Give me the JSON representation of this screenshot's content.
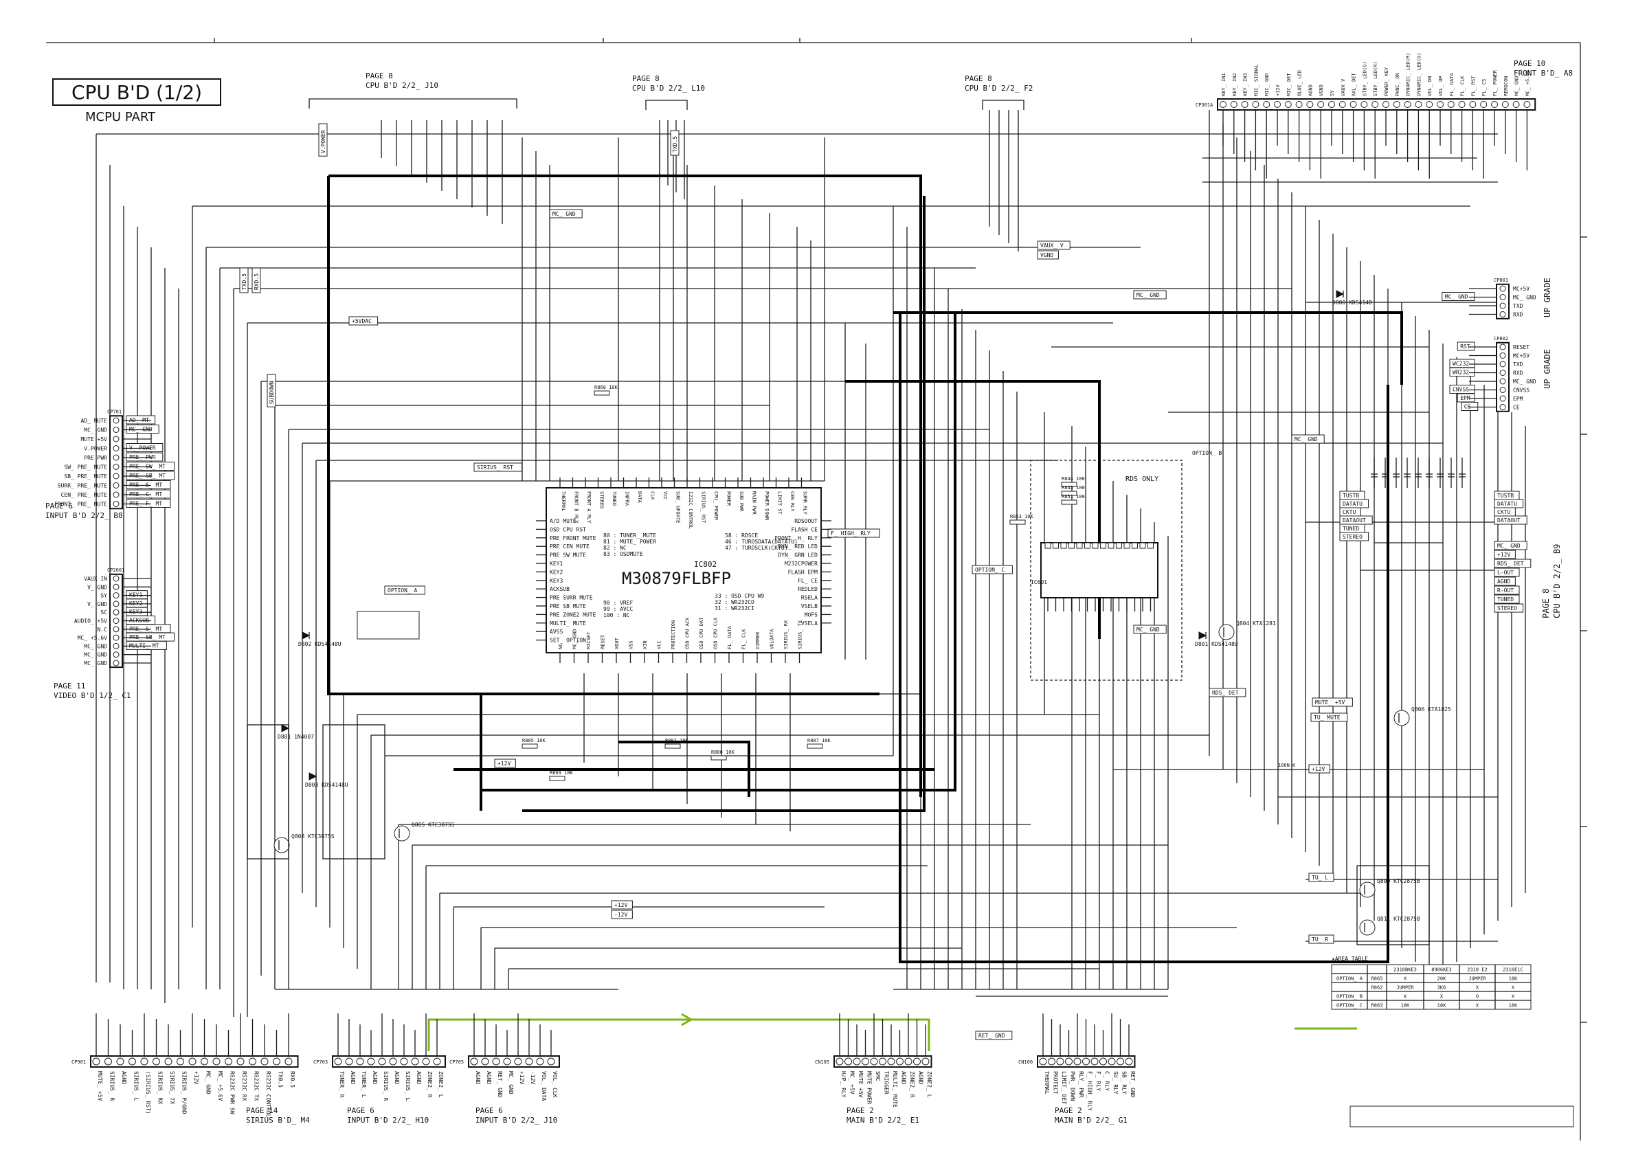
{
  "title": "CPU B'D (1/2)",
  "subtitle": "MCPU PART",
  "colors": {
    "ink": "#111111",
    "highlight": "#7cb518",
    "background": "#ffffff"
  },
  "page_refs": {
    "top_j10": [
      "PAGE 8",
      "CPU B'D 2/2_ J10"
    ],
    "top_l10": [
      "PAGE 8",
      "CPU B'D 2/2_ L10"
    ],
    "top_f2": [
      "PAGE 8",
      "CPU B'D 2/2_ F2"
    ],
    "front": [
      "PAGE 10",
      "FRONT B'D_ A8"
    ],
    "input_b8": [
      "PAGE 6",
      "INPUT B'D 2/2_ B8"
    ],
    "video_c1": [
      "PAGE 11",
      "VIDEO B'D 1/2_ C1"
    ],
    "sirius_m4": [
      "PAGE 14",
      "SIRIUS B'D_ M4"
    ],
    "input_h10": [
      "PAGE 6",
      "INPUT B'D 2/2_ H10"
    ],
    "input_j10": [
      "PAGE 6",
      "INPUT B'D 2/2_ J10"
    ],
    "main_e1": [
      "PAGE 2",
      "MAIN B'D 2/2_ E1"
    ],
    "main_g1": [
      "PAGE 2",
      "MAIN B'D 2/2_ G1"
    ],
    "cpu_b9": [
      "PAGE 8",
      "CPU B'D 2/2_ B9"
    ]
  },
  "upgrade_label": "UP GRADE",
  "ic": {
    "name": "M30879FLBFP",
    "ref": "IC802",
    "notes_left": [
      "80 : TUNER_ MUTE",
      "81 : MUTE_ POWER",
      "82 : NC",
      "83 : OSDMUTE"
    ],
    "notes_right": [
      "58 : RDSCE",
      "46 : TUROSDATA(DATATU)",
      "47 : TUROSCLK(CKTU)"
    ],
    "notes_bottom": [
      "33 : OSD CPU W9",
      "32 : WR232CO",
      "31 : WR232CI"
    ],
    "notes_power": [
      "90 : VREF",
      "99 : AVCC",
      "100 : NC"
    ],
    "left_pins": [
      "A/D MUTE",
      "OSD CPU RST",
      "PRE FRONT MUTE",
      "PRE CEN MUTE",
      "PRE SW MUTE",
      "KEY1",
      "KEY2",
      "KEY3",
      "ACKSUB",
      "PRE SURR MUTE",
      "PRE SB MUTE",
      "PRE ZONE2 MUTE",
      "MULTI_ MUTE",
      "AVSS",
      "SET_ OPTION"
    ],
    "right_pins": [
      "RDSOOUT",
      "FLASH CE",
      "FRONT_ H_ RLY",
      "DYN_ RED LED",
      "DYN_ GRN LED",
      "M232CPOWER",
      "FLASH EPM",
      "FL_ CE",
      "REDLED",
      "RSELA",
      "VSELB",
      "MOFS",
      "VSELA"
    ],
    "top_pins": [
      "THERMAL",
      "FRONT B RLY",
      "FRONT A RLY",
      "STEREO",
      "TUNED",
      "INFRA",
      "DATA",
      "CLK",
      "VCC",
      "SUB_ UPDATE",
      "I232C CONTROL",
      "SIRIUS_ RST",
      "CPU_ POWER",
      "POWER",
      "SUB PWR",
      "MAIN PWR",
      "POWER DOWN",
      "LIMIT ST",
      "CEN RLY",
      "SURR RLY"
    ],
    "bottom_pins": [
      "NC",
      "MC_ GND",
      "MICSET",
      "RESET",
      "XOUT",
      "VSS",
      "XIN",
      "VCC",
      "PROTECTION",
      "OSD CPU ACK",
      "OSD CPU DAT",
      "OSD CPU CLK",
      "FL_ DATA",
      "FL_ CLK",
      "DIMMER",
      "VOLDATA",
      "SIRIUS_ RX",
      "SIRIUS_ TX"
    ]
  },
  "cp701": {
    "ref": "CP701",
    "pins": [
      "AD_ MUTE",
      "MC_ GND",
      "MUTE +5V",
      "V.POWER",
      "PRE PWR",
      "SW_ PRE_ MUTE",
      "SB_ PRE_ MUTE",
      "SURR_ PRE_ MUTE",
      "CEN_ PRE_ MUTE",
      "FRONT_ PRE_ MUTE"
    ],
    "nets": [
      "AD_ MT",
      "MC_ GND",
      "",
      "V_ POWER",
      "PRE_ PWR",
      "PRE_ SW_ MT",
      "PRE_ SB_ MT",
      "PRE_ S_ MT",
      "PRE_ C_ MT",
      "PRE_ F_ MT"
    ]
  },
  "cp2001": {
    "ref": "CP2001",
    "pins": [
      "VAUX IN",
      "V_ GND",
      "SY",
      "V_ GND",
      "SC",
      "AUDIO_ +5V",
      "N.C",
      "MC_ +5.6V",
      "MC_ GND",
      "MC_ GND",
      "MC_ GND"
    ],
    "nets": [
      "",
      "",
      "KEY1",
      "KEY2",
      "KEY3",
      "ACKSUB",
      "PRE_ S_ MT",
      "PRE_ SB_ MT",
      "MULTI_ MT",
      "",
      ""
    ]
  },
  "cp801": {
    "ref": "CP801",
    "pins": [
      "MC+5V",
      "MC_ GND",
      "TXD",
      "RXD"
    ],
    "nets": [
      "",
      "MC_ GND",
      "",
      ""
    ]
  },
  "cp802": {
    "ref": "CP802",
    "pins": [
      "RESET",
      "MC+5V",
      "TXD",
      "RXD",
      "MC_ GND",
      "CNVSS",
      "EPM",
      "CE"
    ],
    "nets": [
      "RST",
      "",
      "WC232",
      "WR232",
      "",
      "CNVSS",
      "EPM",
      "CE"
    ]
  },
  "cp301a": {
    "ref": "CP301A",
    "pins": [
      "KEY_ IN1",
      "KEY_ IN2",
      "KEY_ IN3",
      "MIC_ SIGNAL",
      "MIC_ GND",
      "+12V",
      "MIC_ DET",
      "BLUE_ LED",
      "AGND",
      "VGND",
      "SY",
      "VAUX V",
      "AXL_ DET",
      "STBY_ LED(G)",
      "STBY_ LED(R)",
      "POWER_ KEY",
      "PHNC_ ON",
      "DYNAMIC_ LED(R)",
      "DYNAMIC_ LED(G)",
      "VOL_ DN",
      "VOL_ UP",
      "FL_ DATA",
      "FL_ CLK",
      "FL_ RST",
      "FL_ CS",
      "FL_ POWER",
      "REMOCON",
      "MC_ GND",
      "MC_ +5.6V"
    ]
  },
  "rds": {
    "label": "RDS ONLY",
    "option_b": "OPTION_ B",
    "ref": "IC601"
  },
  "cp901": {
    "ref": "CP901",
    "pins": [
      "MUTE_ +5V",
      "SIRIUS_ R",
      "AGND",
      "SIRIUS_ L",
      "(SIRIUS_ RST)",
      "SIRIUS_ RX",
      "SIRIUS_ TX",
      "SIRIUS_ P/GND",
      "+12V",
      "MC_ GND",
      "MC_ +5.6V",
      "RS232C PWR SW",
      "RS232C RX",
      "RS232C TX",
      "RS232C CONTROL",
      "TX0.5",
      "RX0.5"
    ]
  },
  "cp703": {
    "ref": "CP703",
    "pins": [
      "TUNER_ R",
      "AGND",
      "TUNER_ L",
      "AGND",
      "SIRIUS_ R",
      "AGND",
      "SIRIUS_ L",
      "AGND",
      "ZONE2_ R",
      "ZONE2_ L"
    ]
  },
  "cp705": {
    "ref": "CP705",
    "pins": [
      "AGND",
      "AGND",
      "RET_ GND",
      "MC_ GND",
      "+12V",
      "-12V",
      "VOL_ DATA",
      "VOL_ CLK"
    ]
  },
  "cn105": {
    "ref": "CN105",
    "pins": [
      "H/P_ RLY",
      "MC_ +5V",
      "MUTE +5V",
      "MUTE POWER",
      "SMC",
      "TRIGGER",
      "MULTI_ MUTE",
      "AGND",
      "ZONE2_ R",
      "AGND",
      "ZONE2_ L"
    ]
  },
  "cn100": {
    "ref": "CN100",
    "pins": [
      "THERMAL",
      "PROTECT",
      "LIMIT_ DET",
      "PWR_ DOWN",
      "RLY_ PWR",
      "F_ HIGH_ RLY",
      "F_ RLY",
      "C_ RLY",
      "SU_ RLY",
      "SB_ RLY",
      "RET_ GND"
    ]
  },
  "area_table": {
    "title": "★AREA TABLE",
    "header": [
      "",
      "",
      "2310BKE3",
      "8906KE3",
      "2310 E2",
      "2310E1C"
    ],
    "rows": [
      [
        "OPTION_ A",
        "R865",
        "X",
        "20K",
        "JUMPER",
        "18K"
      ],
      [
        "",
        "R862",
        "JUMPER",
        "3K6",
        "X",
        "X"
      ],
      [
        "OPTION_ B",
        "",
        "X",
        "X",
        "O",
        "X"
      ],
      [
        "OPTION_ C",
        "R863",
        "18K",
        "18K",
        "X",
        "18K"
      ]
    ]
  },
  "nets": {
    "mc_gnd": "MC_ GND",
    "vaux_v": "VAUX_ V",
    "vgnd": "VGND",
    "p5vdac": "+5VDAC",
    "sirius_rst": "SIRIUS_ RST",
    "p12v": "+12V",
    "m12v": "-12V",
    "ret_gnd": "RET_ GND",
    "mute5v": "MUTE_ +5V",
    "tu_mute": "TU_ MUTE",
    "rds_det": "RDS_ DET",
    "option_a": "OPTION_ A",
    "option_c": "OPTION_ C",
    "f_high_rly": "F_ HIGH_ RLY",
    "tu_l": "TU_ L",
    "tu_r": "TU_ R"
  },
  "tuner_nets": [
    "TUSTB",
    "DATATU",
    "CKTU",
    "DATAOUT",
    "TUNED",
    "STEREO"
  ],
  "tuner_right": [
    "TUSTB",
    "DATATU",
    "CKTU",
    "DATAOUT"
  ],
  "aux_right": [
    "MC_ GND",
    "+12V",
    "RDS_ DET",
    "L-OUT",
    "AGND",
    "R-OUT",
    "TUNED",
    "STEREO"
  ],
  "transistors": [
    "Q809 KTC2875B",
    "Q811 KTC2875B",
    "Q806 KTA1825",
    "Q805 KTC3875S",
    "Q804 KTA1281",
    "Q808 KTC3875S"
  ],
  "diodes": [
    "D802 KDS4148U",
    "D801 KDS4148U",
    "D881 1N4007",
    "D803 KDS4148U",
    "D800 KDS4148"
  ],
  "resistors": [
    "R868 10K",
    "R869 10K",
    "R880 10K",
    "R882 10K",
    "R885 10K",
    "R887 10K",
    "R853 10K",
    "R844 100",
    "R845 100",
    "R851 100"
  ],
  "cap_note": "100N-K"
}
